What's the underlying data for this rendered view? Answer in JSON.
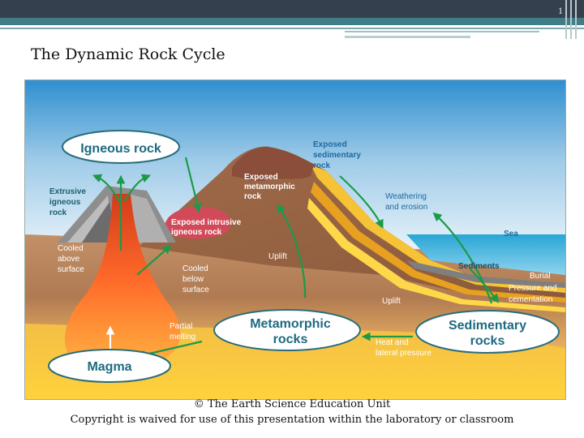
{
  "slide": {
    "number": "1",
    "title": "The Dynamic Rock Cycle",
    "caption_line1": "© The Earth Science Education Unit",
    "caption_line2": "Copyright is waived for use of this presentation within the laboratory or classroom"
  },
  "diagram": {
    "ovals": {
      "igneous": "Igneous rock",
      "metamorphic_1": "Metamorphic",
      "metamorphic_2": "rocks",
      "sedimentary_1": "Sedimentary",
      "sedimentary_2": "rocks",
      "magma": "Magma"
    },
    "labels": {
      "extrusive_1": "Extrusive",
      "extrusive_2": "igneous",
      "extrusive_3": "rock",
      "cooled_above_1": "Cooled",
      "cooled_above_2": "above",
      "cooled_above_3": "surface",
      "exposed_intrusive_1": "Exposed intrusive",
      "exposed_intrusive_2": "igneous rock",
      "cooled_below_1": "Cooled",
      "cooled_below_2": "below",
      "cooled_below_3": "surface",
      "exposed_meta_1": "Exposed",
      "exposed_meta_2": "metamorphic",
      "exposed_meta_3": "rock",
      "exposed_sed_1": "Exposed",
      "exposed_sed_2": "sedimentary",
      "exposed_sed_3": "rock",
      "weathering_1": "Weathering",
      "weathering_2": "and erosion",
      "sea": "Sea",
      "sediments": "Sediments",
      "burial": "Burial",
      "pressure_1": "Pressure and",
      "pressure_2": "cementation",
      "uplift_upper": "Uplift",
      "uplift_lower": "Uplift",
      "partial_1": "Partial",
      "partial_2": "melting",
      "heat_1": "Heat and",
      "heat_2": "lateral pressure"
    },
    "colors": {
      "sky_top": "#2f8fd0",
      "sky_bottom": "#eef6fb",
      "crust": "#b07a52",
      "magma": "#ff7a30",
      "sea": "#2aa7d8",
      "label": "#1a6070",
      "oval_text": "#1e6a80"
    }
  }
}
